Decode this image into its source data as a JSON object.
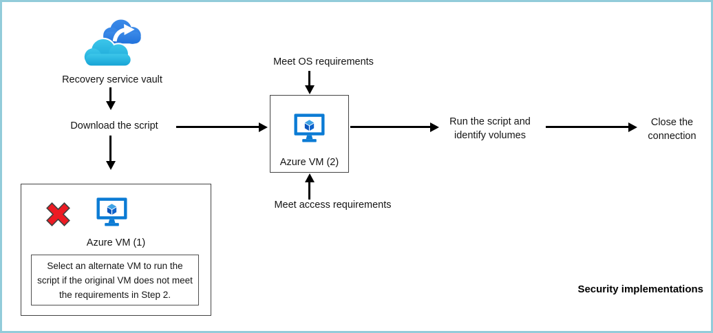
{
  "frame": {
    "caption": "Security implementations",
    "border_color": "#92ccda",
    "background": "#ffffff"
  },
  "flow": {
    "vault_label": "Recovery service vault",
    "download_label": "Download the script",
    "meet_os_label": "Meet OS requirements",
    "meet_access_label": "Meet access requirements",
    "vm2_label": "Azure VM (2)",
    "run_script_label": "Run the script and identify volumes",
    "close_label": "Close the connection",
    "vm1_label": "Azure VM (1)",
    "vm1_note": "Select an alternate VM to run the script if the original VM does not meet the requirements in Step 2."
  },
  "icons": {
    "vault": "recovery-services-vault-cloud-icon",
    "vm": "azure-vm-monitor-cube-icon",
    "invalid": "red-x-icon"
  },
  "colors": {
    "arrow": "#000000",
    "azure_blue": "#0b7bd4",
    "cube_top": "#3fa2e4",
    "cube_side": "#0b55bd",
    "cloud_back_blue": "#2f80e2",
    "cloud_front_cyan": "#2abde4",
    "error_red": "#ed1b23",
    "box_border": "#424242"
  }
}
